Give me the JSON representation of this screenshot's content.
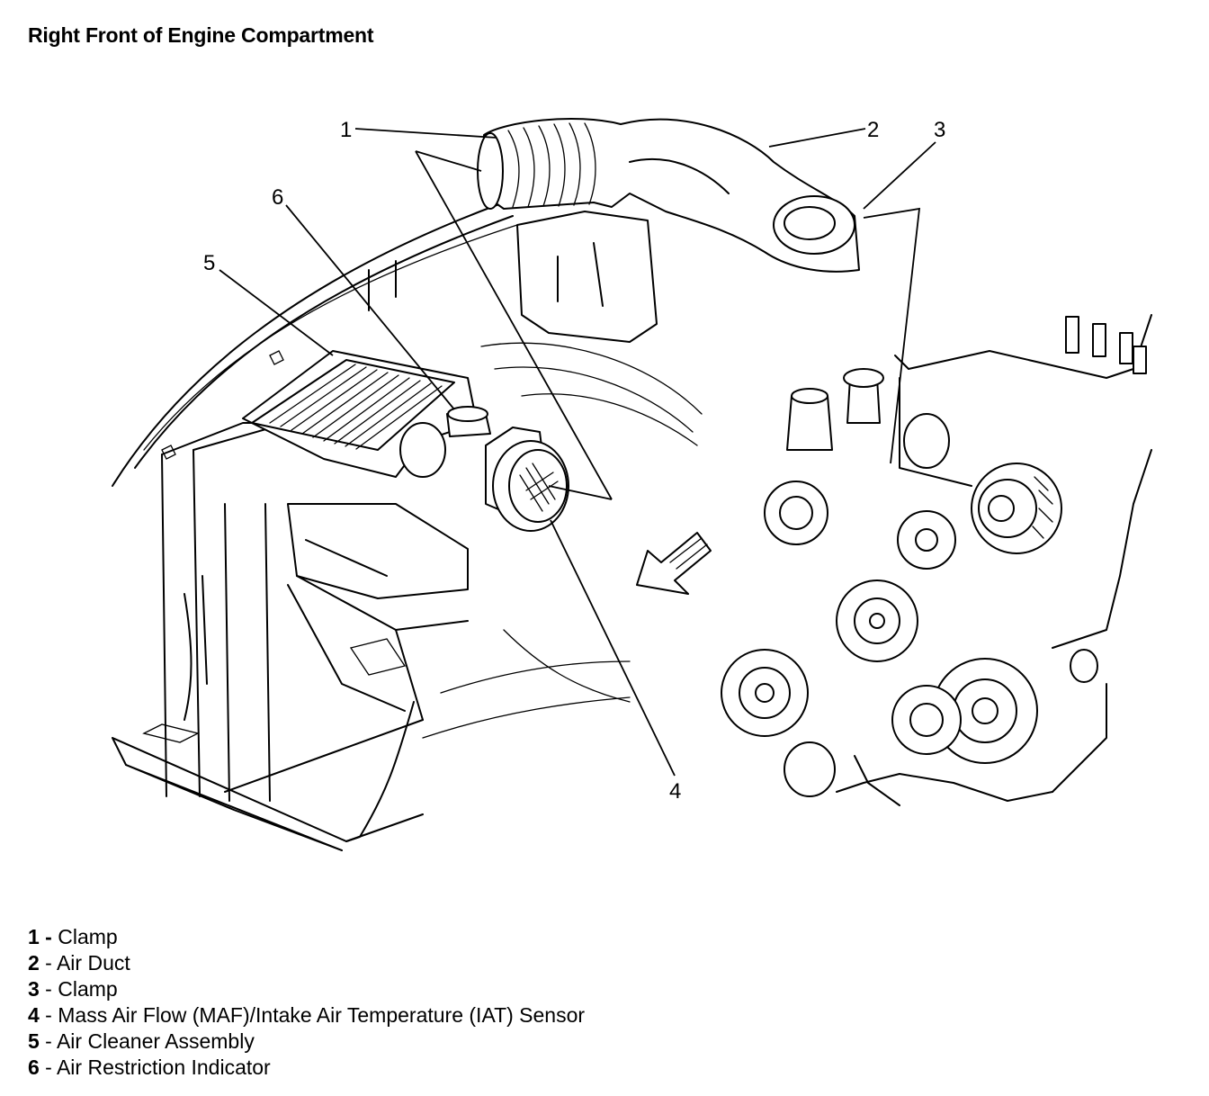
{
  "title": "Right Front of Engine Compartment",
  "callouts": [
    "1",
    "2",
    "3",
    "4",
    "5",
    "6"
  ],
  "legend": [
    {
      "num": "1",
      "sep": " - ",
      "label": "Clamp"
    },
    {
      "num": "2",
      "sep": " - ",
      "label": "Air Duct"
    },
    {
      "num": "3",
      "sep": " - ",
      "label": "Clamp"
    },
    {
      "num": "4",
      "sep": " - ",
      "label": "Mass Air Flow (MAF)/Intake Air Temperature (IAT) Sensor"
    },
    {
      "num": "5",
      "sep": " - ",
      "label": "Air Cleaner Assembly"
    },
    {
      "num": "6",
      "sep": " - ",
      "label": "Air Restriction Indicator"
    }
  ]
}
